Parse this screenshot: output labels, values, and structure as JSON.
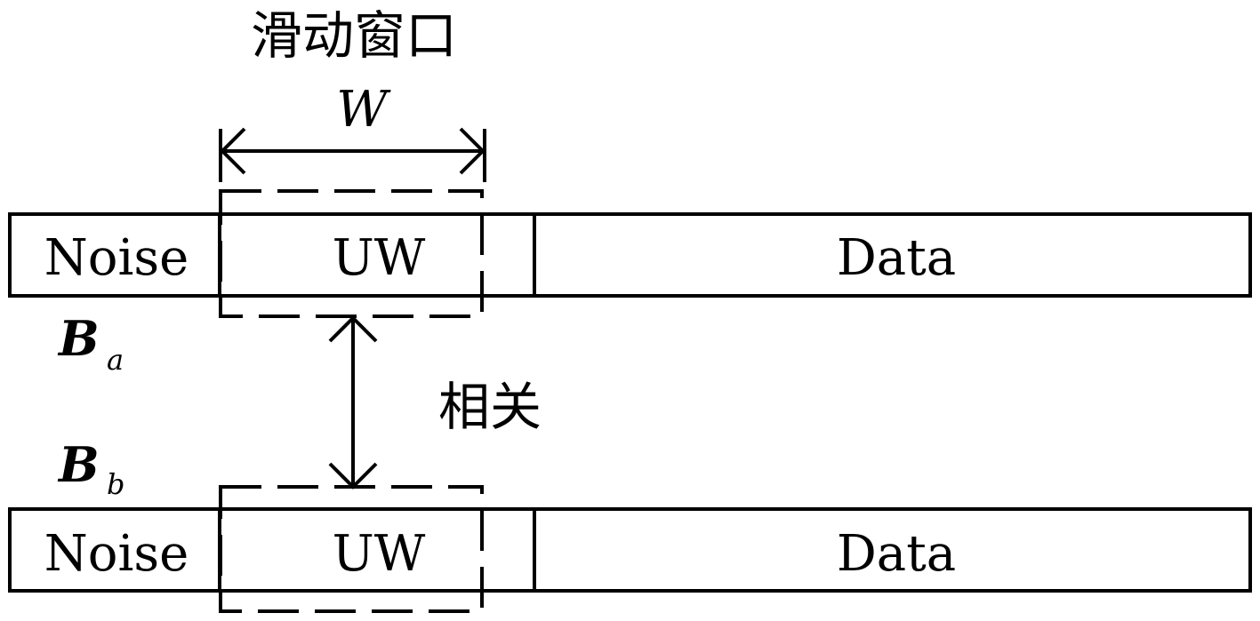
{
  "window": {
    "title": "滑动窗口",
    "width_symbol": "W"
  },
  "correlation": {
    "label": "相关"
  },
  "frames": [
    {
      "id": "a",
      "symbol": "B",
      "subscript": "a",
      "segments": {
        "noise": "Noise",
        "uw": "UW",
        "data": "Data"
      }
    },
    {
      "id": "b",
      "symbol": "B",
      "subscript": "b",
      "segments": {
        "noise": "Noise",
        "uw": "UW",
        "data": "Data"
      }
    }
  ]
}
